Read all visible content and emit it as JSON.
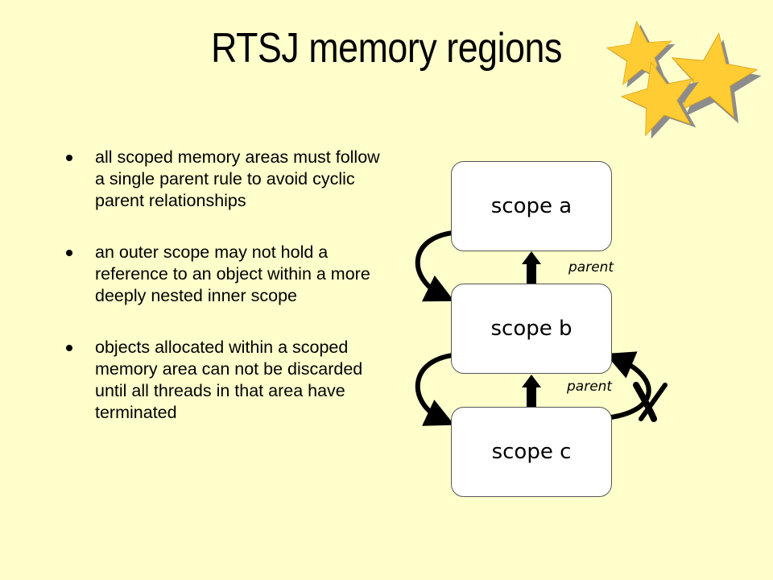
{
  "title": "RTSJ memory regions",
  "bullets": [
    "all scoped memory areas must follow a single parent rule to avoid cyclic parent relationships",
    "an outer scope may not hold a reference to an object within a more deeply nested inner scope",
    "objects allocated within a scoped memory area can not be discarded until all threads in that area have terminated"
  ],
  "diagram": {
    "scopes": [
      "scope a",
      "scope b",
      "scope c"
    ],
    "relations": [
      "parent",
      "parent"
    ]
  },
  "colors": {
    "background": "#FFFFCC",
    "star_fill": "#FFCC33",
    "star_shadow": "#8C8C8C"
  },
  "icons": [
    "star-icon",
    "star-icon",
    "star-icon"
  ]
}
